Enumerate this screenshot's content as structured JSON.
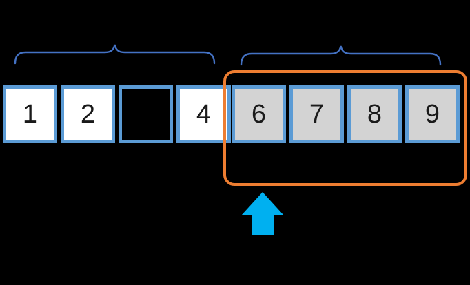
{
  "colors": {
    "background": "#000000",
    "cell_border": "#5B9BD5",
    "cell_fill_white": "#FFFFFF",
    "cell_fill_gray": "#D3D3D3",
    "cell_fill_empty": "#000000",
    "brace": "#4472C4",
    "highlight_outline": "#ED7D31",
    "arrow": "#00B0F0",
    "digit": "#1a1a1a"
  },
  "icons": [
    {
      "name": "left-brace",
      "glyph": "horizontal curly brace, tip up"
    },
    {
      "name": "right-brace",
      "glyph": "horizontal curly brace, tip up"
    },
    {
      "name": "up-arrow-icon",
      "glyph": "solid block arrow pointing up"
    }
  ],
  "left_group": {
    "cells": [
      {
        "label": "1",
        "fill": "white"
      },
      {
        "label": "2",
        "fill": "white"
      },
      {
        "label": "",
        "fill": "empty"
      },
      {
        "label": "4",
        "fill": "white"
      }
    ]
  },
  "right_group": {
    "highlighted": true,
    "cells": [
      {
        "label": "6",
        "fill": "gray"
      },
      {
        "label": "7",
        "fill": "gray"
      },
      {
        "label": "8",
        "fill": "gray"
      },
      {
        "label": "9",
        "fill": "gray"
      }
    ]
  }
}
